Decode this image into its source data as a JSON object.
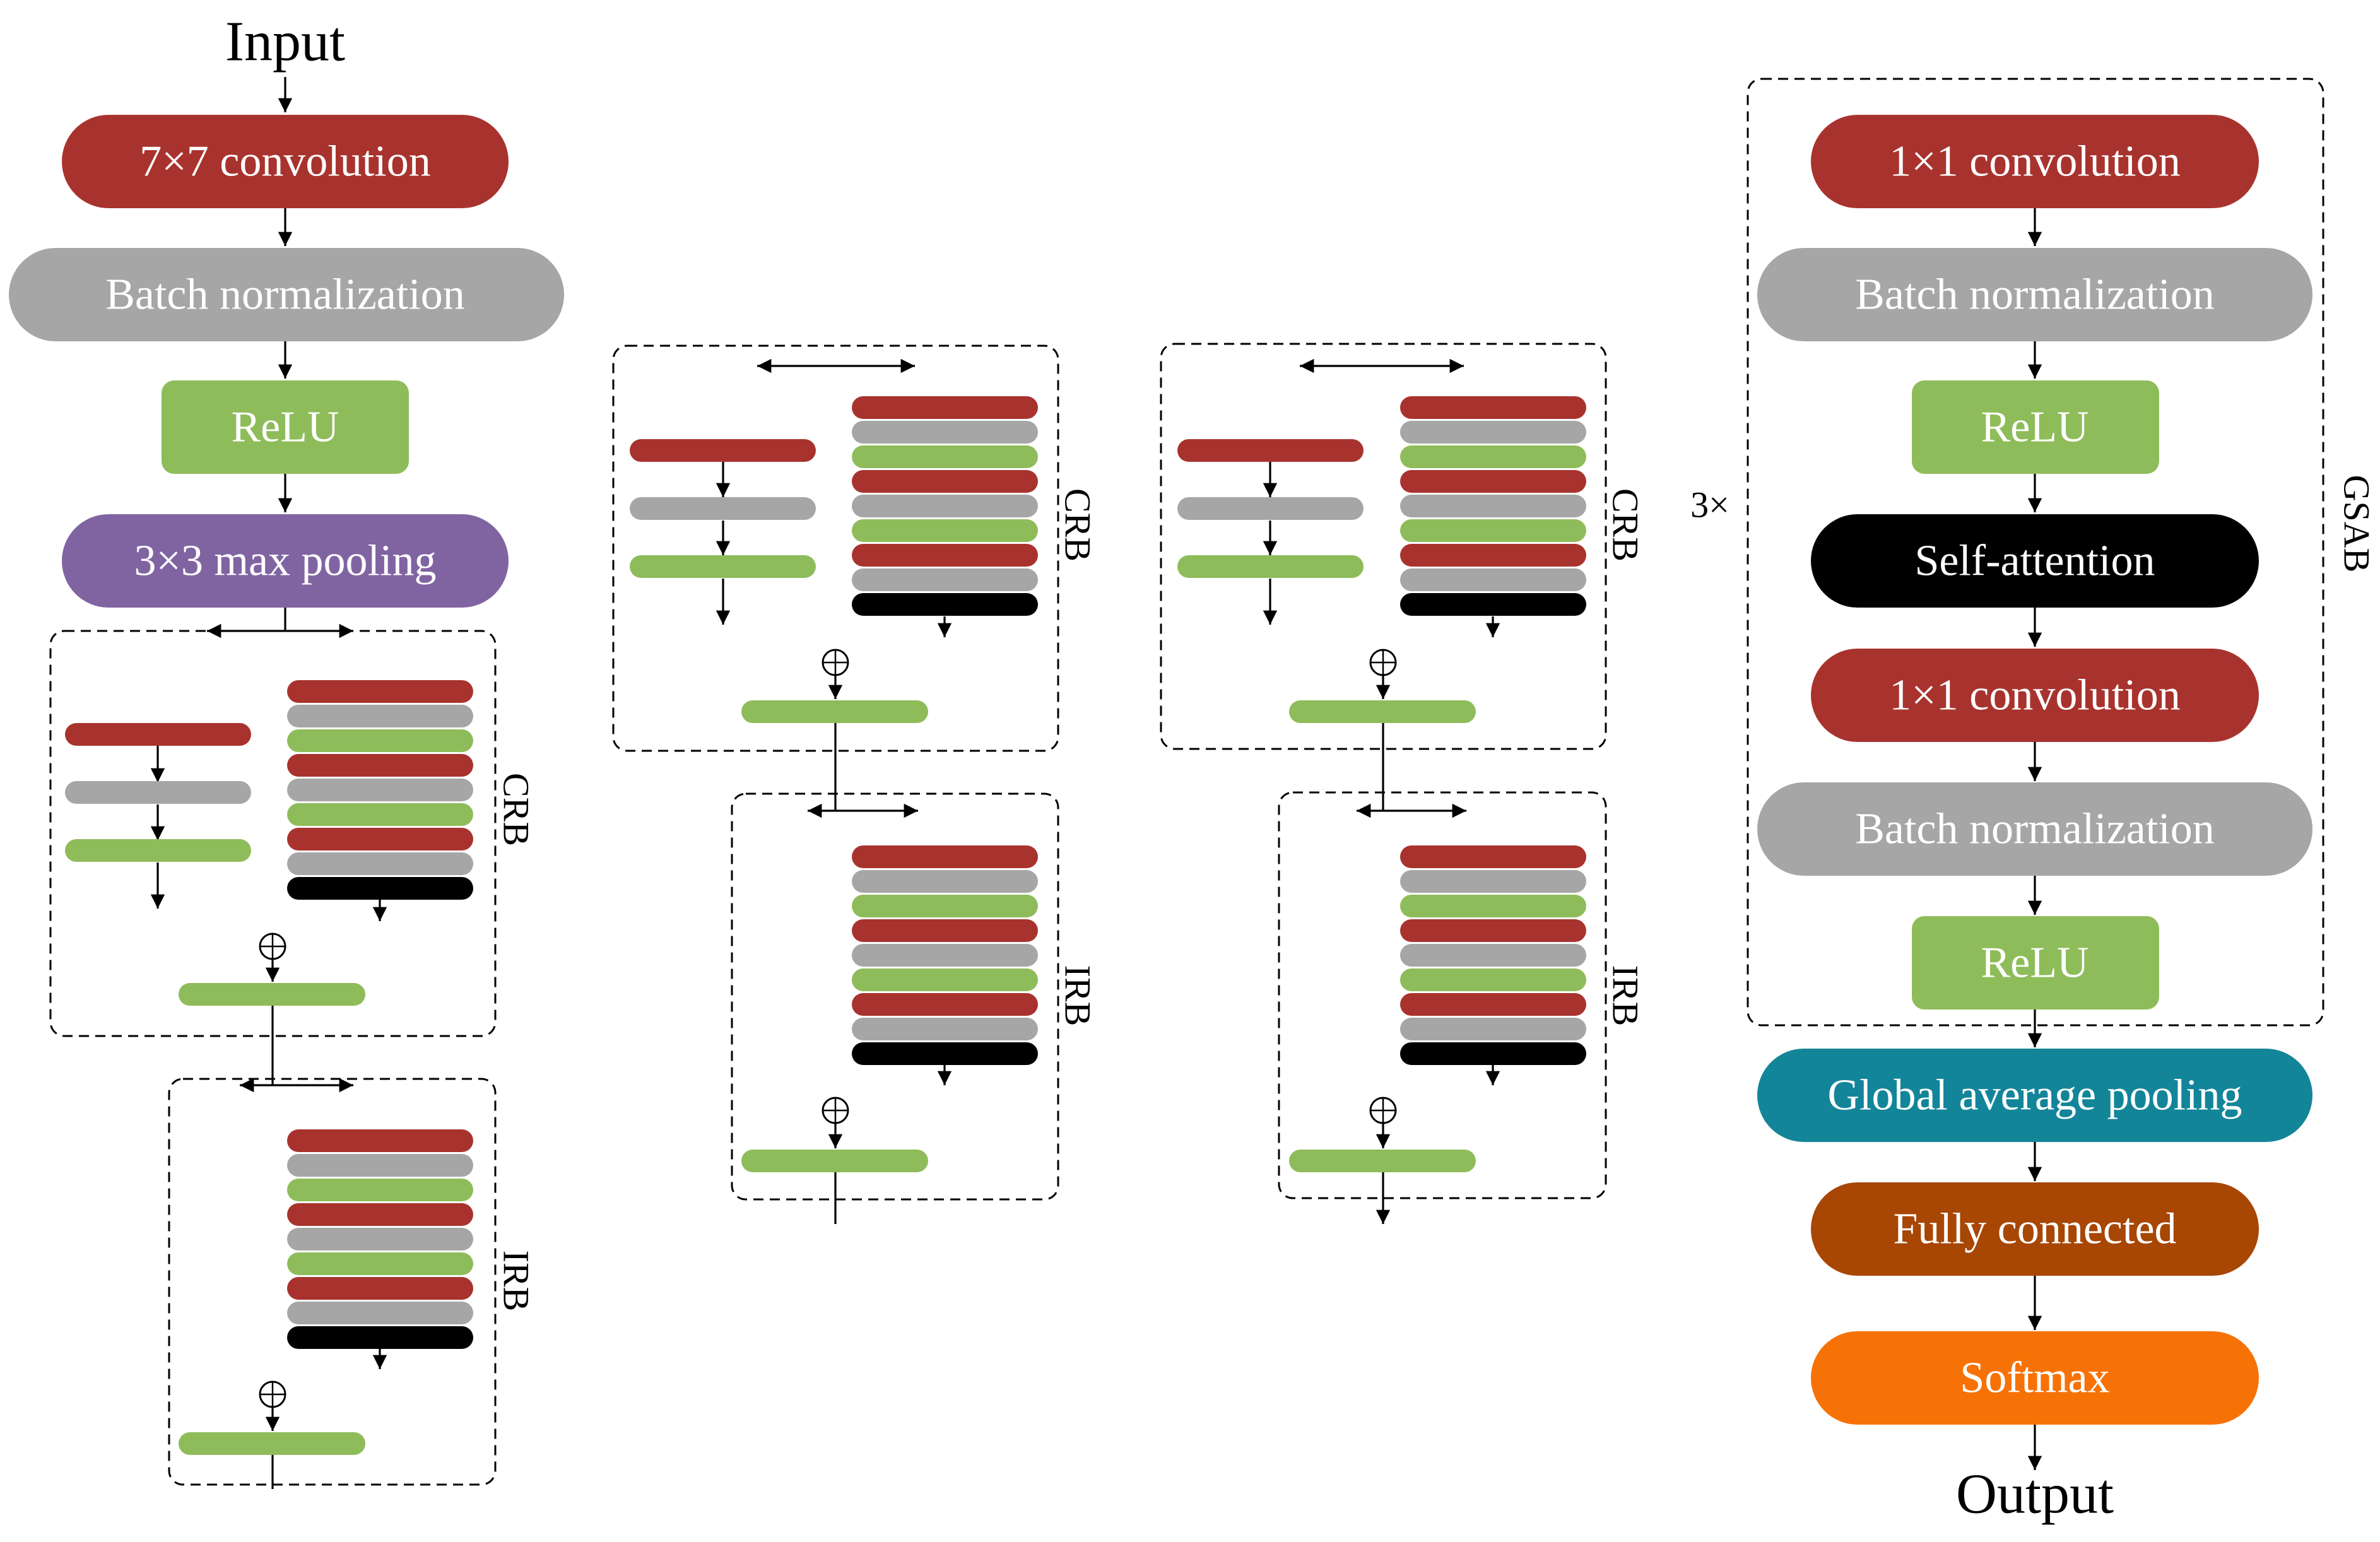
{
  "colors": {
    "conv": "#a8332e",
    "bn": "#a6a6a6",
    "relu": "#8fbc5a",
    "maxpool": "#8064a2",
    "attention": "#000000",
    "gap": "#138599",
    "fc": "#a84604",
    "softmax": "#f77206"
  },
  "input_label": "Input",
  "output_label": "Output",
  "stem": {
    "conv7": "7×7 convolution",
    "bn": "Batch normalization",
    "relu": "ReLU",
    "maxpool": "3×3 max pooling"
  },
  "block_labels": {
    "crb": "CRB",
    "irb": "IRB",
    "gsab": "GSAB"
  },
  "repeat_label": "3×",
  "gsab": {
    "conv1": "1×1 convolution",
    "bn1": "Batch normalization",
    "relu1": "ReLU",
    "attention": "Self-attention",
    "conv2": "1×1 convolution",
    "bn2": "Batch normalization",
    "relu2": "ReLU"
  },
  "head": {
    "gap": "Global average pooling",
    "fc": "Fully connected",
    "softmax": "Softmax"
  },
  "block_stack_pattern": [
    "conv",
    "bn",
    "relu",
    "conv",
    "bn",
    "relu",
    "conv",
    "bn",
    "attention"
  ],
  "block_branch_pattern": [
    "conv",
    "bn",
    "relu"
  ]
}
